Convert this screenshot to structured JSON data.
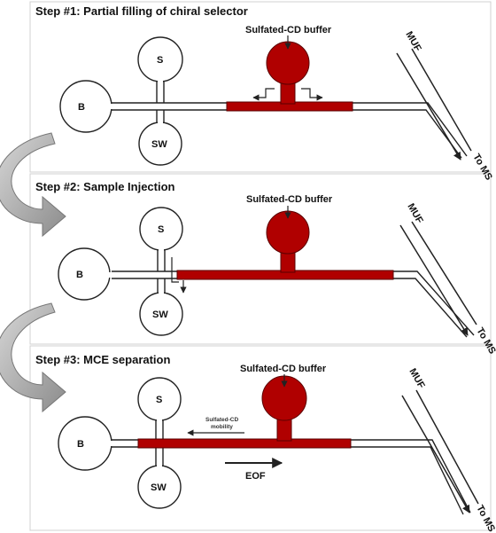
{
  "steps": [
    {
      "title": "Step #1: Partial filling of chiral selector",
      "buffer_label": "Sulfated-CD buffer",
      "reservoir_s": "S",
      "reservoir_b": "B",
      "reservoir_sw": "SW",
      "muf_label": "MUF",
      "to_ms_label": "To MS"
    },
    {
      "title": "Step #2: Sample Injection",
      "buffer_label": "Sulfated-CD buffer",
      "reservoir_s": "S",
      "reservoir_b": "B",
      "reservoir_sw": "SW",
      "muf_label": "MUF",
      "to_ms_label": "To MS"
    },
    {
      "title": "Step #3: MCE separation",
      "buffer_label": "Sulfated-CD buffer",
      "reservoir_s": "S",
      "reservoir_b": "B",
      "reservoir_sw": "SW",
      "muf_label": "MUF",
      "to_ms_label": "To MS",
      "mobility_label_1": "Sulfated-CD",
      "mobility_label_2": "mobility",
      "eof_label": "EOF"
    }
  ],
  "colors": {
    "selector_fill": "#b00000",
    "transition_arrow": "#9a9a9a"
  }
}
